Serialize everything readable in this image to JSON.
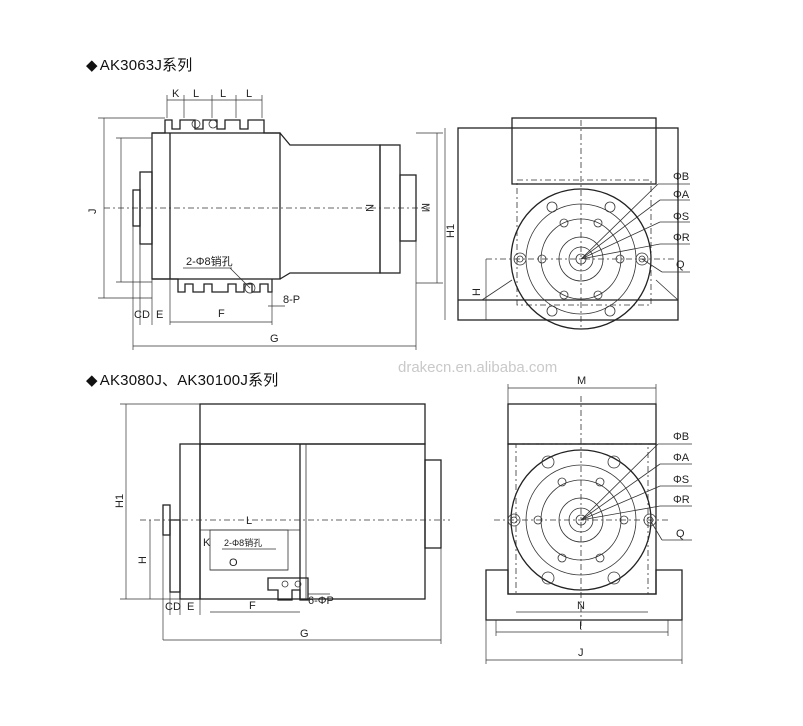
{
  "sections": [
    {
      "title": "AK3063J系列",
      "marker": "◆",
      "side_view": {
        "top_labels": [
          "K",
          "L",
          "L",
          "L"
        ],
        "left_label": "J",
        "inner_labels": [
          "N",
          "M"
        ],
        "pin_note": "2-Φ8销孔",
        "bottom_labels": [
          "C",
          "D",
          "E",
          "F",
          "G"
        ],
        "hole_label": "8-P"
      },
      "front_view": {
        "diameter_labels": [
          "ΦB",
          "ΦA",
          "ΦS",
          "ΦR"
        ],
        "q_label": "Q",
        "height_labels": [
          "H1",
          "H"
        ]
      }
    },
    {
      "title": "AK3080J、AK30100J系列",
      "marker": "◆",
      "side_view": {
        "left_labels": [
          "H1",
          "H"
        ],
        "inner_labels": [
          "K",
          "L",
          "2-Φ8销孔",
          "O"
        ],
        "bottom_labels": [
          "C",
          "D",
          "E",
          "F",
          "G"
        ],
        "hole_label": "6-ΦP"
      },
      "front_view": {
        "top_label": "M",
        "diameter_labels": [
          "ΦB",
          "ΦA",
          "ΦS",
          "ΦR"
        ],
        "q_label": "Q",
        "bottom_labels": [
          "N",
          "I",
          "J"
        ]
      }
    }
  ],
  "watermark": "drakecn.en.alibaba.com"
}
